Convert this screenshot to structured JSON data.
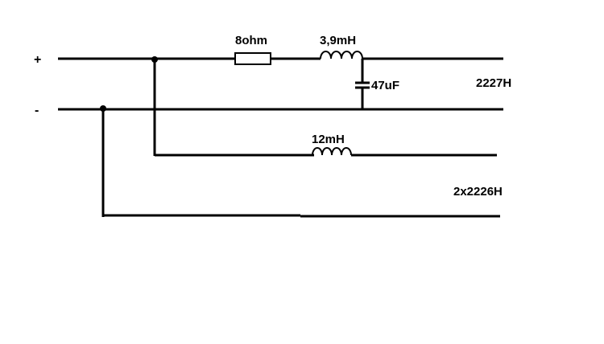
{
  "diagram": {
    "terminals": {
      "positive": "+",
      "negative": "-"
    },
    "components": {
      "resistor": {
        "label": "8ohm",
        "kind": "resistor"
      },
      "inductor_series": {
        "label": "3,9mH",
        "kind": "inductor"
      },
      "capacitor": {
        "label": "47uF",
        "kind": "capacitor"
      },
      "inductor_lower": {
        "label": "12mH",
        "kind": "inductor"
      }
    },
    "outputs": {
      "upper_driver": "2227H",
      "lower_driver": "2x2226H"
    },
    "colors": {
      "ink": "#000000",
      "background": "#ffffff"
    }
  }
}
